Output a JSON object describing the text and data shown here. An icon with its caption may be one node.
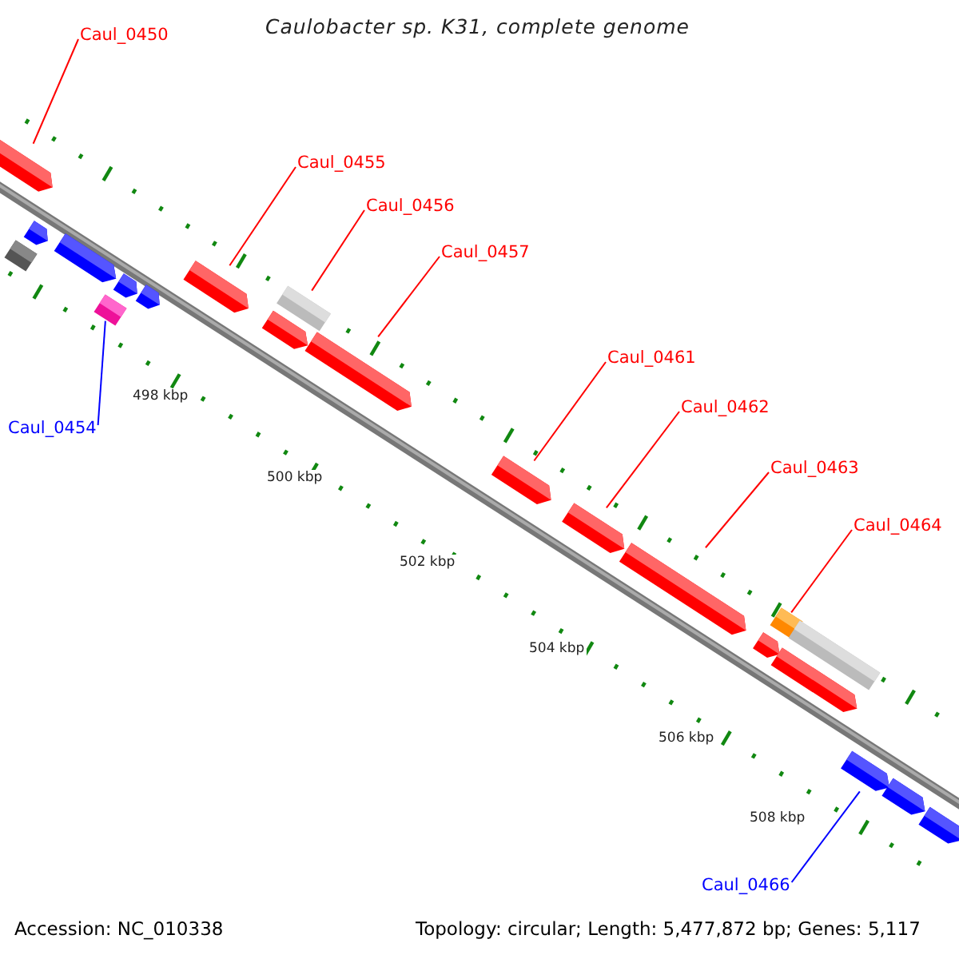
{
  "diagram": {
    "title": "Caulobacter sp. K31, complete genome",
    "nodes": [
      {
        "text": [
          "Caul_0450"
        ]
      },
      {
        "text": [],
        "shape": "arrow"
      },
      {
        "text": [
          "Caul_0455"
        ]
      },
      {
        "text": [],
        "shape": "arrow"
      },
      {
        "text": [
          "Caul_0456"
        ]
      },
      {
        "text": [],
        "shape": "box"
      },
      {
        "text": [
          "Caul_0457"
        ]
      },
      {
        "text": [],
        "shape": "arrow"
      },
      {
        "text": [
          "Caul_0454"
        ]
      },
      {
        "text": [],
        "shape": "box"
      },
      {
        "text": [
          "Caul_0461"
        ]
      },
      {
        "text": [],
        "shape": "arrow"
      },
      {
        "text": [
          "Caul_0462"
        ]
      },
      {
        "text": [],
        "shape": "arrow"
      },
      {
        "text": [
          "Caul_0463"
        ]
      },
      {
        "text": [],
        "shape": "arrow"
      },
      {
        "text": [
          "Caul_0464"
        ]
      },
      {
        "text": [],
        "shape": "box"
      },
      {
        "text": [
          "Caul_0466"
        ]
      },
      {
        "text": [],
        "shape": "arrow"
      },
      {
        "text": [],
        "shape": "box"
      },
      {
        "text": [],
        "shape": "arrow"
      },
      {
        "text": [],
        "shape": "arrow"
      },
      {
        "text": [],
        "shape": "arrow"
      },
      {
        "text": [],
        "shape": "arrow"
      },
      {
        "text": [],
        "shape": "arrow"
      },
      {
        "text": [],
        "shape": "arrow"
      },
      {
        "text": [],
        "shape": "arrow"
      },
      {
        "text": [],
        "shape": "box"
      },
      {
        "text": [],
        "shape": "arrow"
      },
      {
        "text": [],
        "shape": "arrow"
      }
    ],
    "edges": [
      {
        "from": 0,
        "to": 1,
        "arrow": "none"
      },
      {
        "from": 2,
        "to": 3,
        "arrow": "none"
      },
      {
        "from": 4,
        "to": 5,
        "arrow": "none"
      },
      {
        "from": 6,
        "to": 7,
        "arrow": "none"
      },
      {
        "from": 8,
        "to": 9,
        "arrow": "none",
        "color": "#0000ff"
      },
      {
        "from": 10,
        "to": 11,
        "arrow": "none"
      },
      {
        "from": 12,
        "to": 13,
        "arrow": "none"
      },
      {
        "from": 14,
        "to": 15,
        "arrow": "none"
      },
      {
        "from": 16,
        "to": 17,
        "arrow": "none"
      },
      {
        "from": 18,
        "to": 19,
        "arrow": "none",
        "color": "#0000ff"
      }
    ],
    "labels": [
      "498 kbp",
      "500 kbp",
      "502 kbp",
      "504 kbp",
      "506 kbp",
      "508 kbp",
      "Accession: NC_010338",
      "Topology: circular; Length: 5,477,872 bp; Genes: 5,117"
    ]
  }
}
